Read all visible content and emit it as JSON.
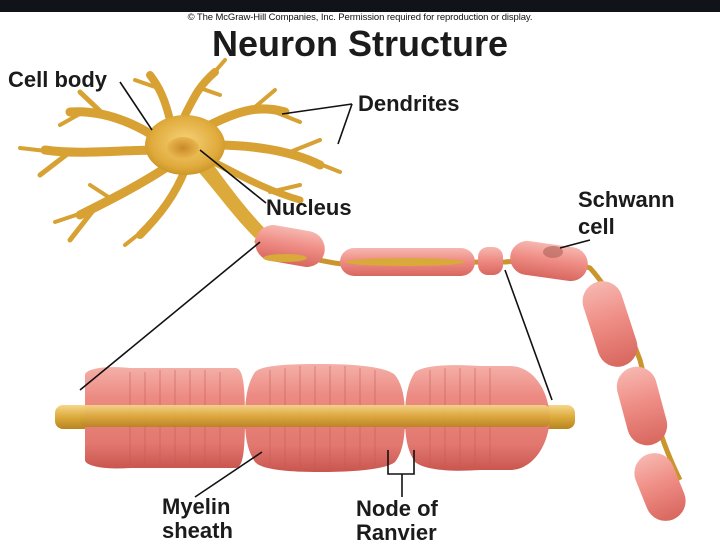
{
  "copyright": "© The McGraw-Hill Companies, Inc. Permission required for reproduction or display.",
  "title": "Neuron Structure",
  "labels": {
    "cell_body": "Cell body",
    "dendrites": "Dendrites",
    "nucleus": "Nucleus",
    "schwann_line1": "Schwann",
    "schwann_line2": "cell",
    "myelin_line1": "Myelin",
    "myelin_line2": "sheath",
    "node_line1": "Node of",
    "node_line2": "Ranvier"
  },
  "colors": {
    "cell_body": "#e0ab3c",
    "axon": "#d9a93a",
    "myelin": "#ef8e86",
    "myelin_light": "#f8c9c2",
    "background_bar": "#101418"
  }
}
